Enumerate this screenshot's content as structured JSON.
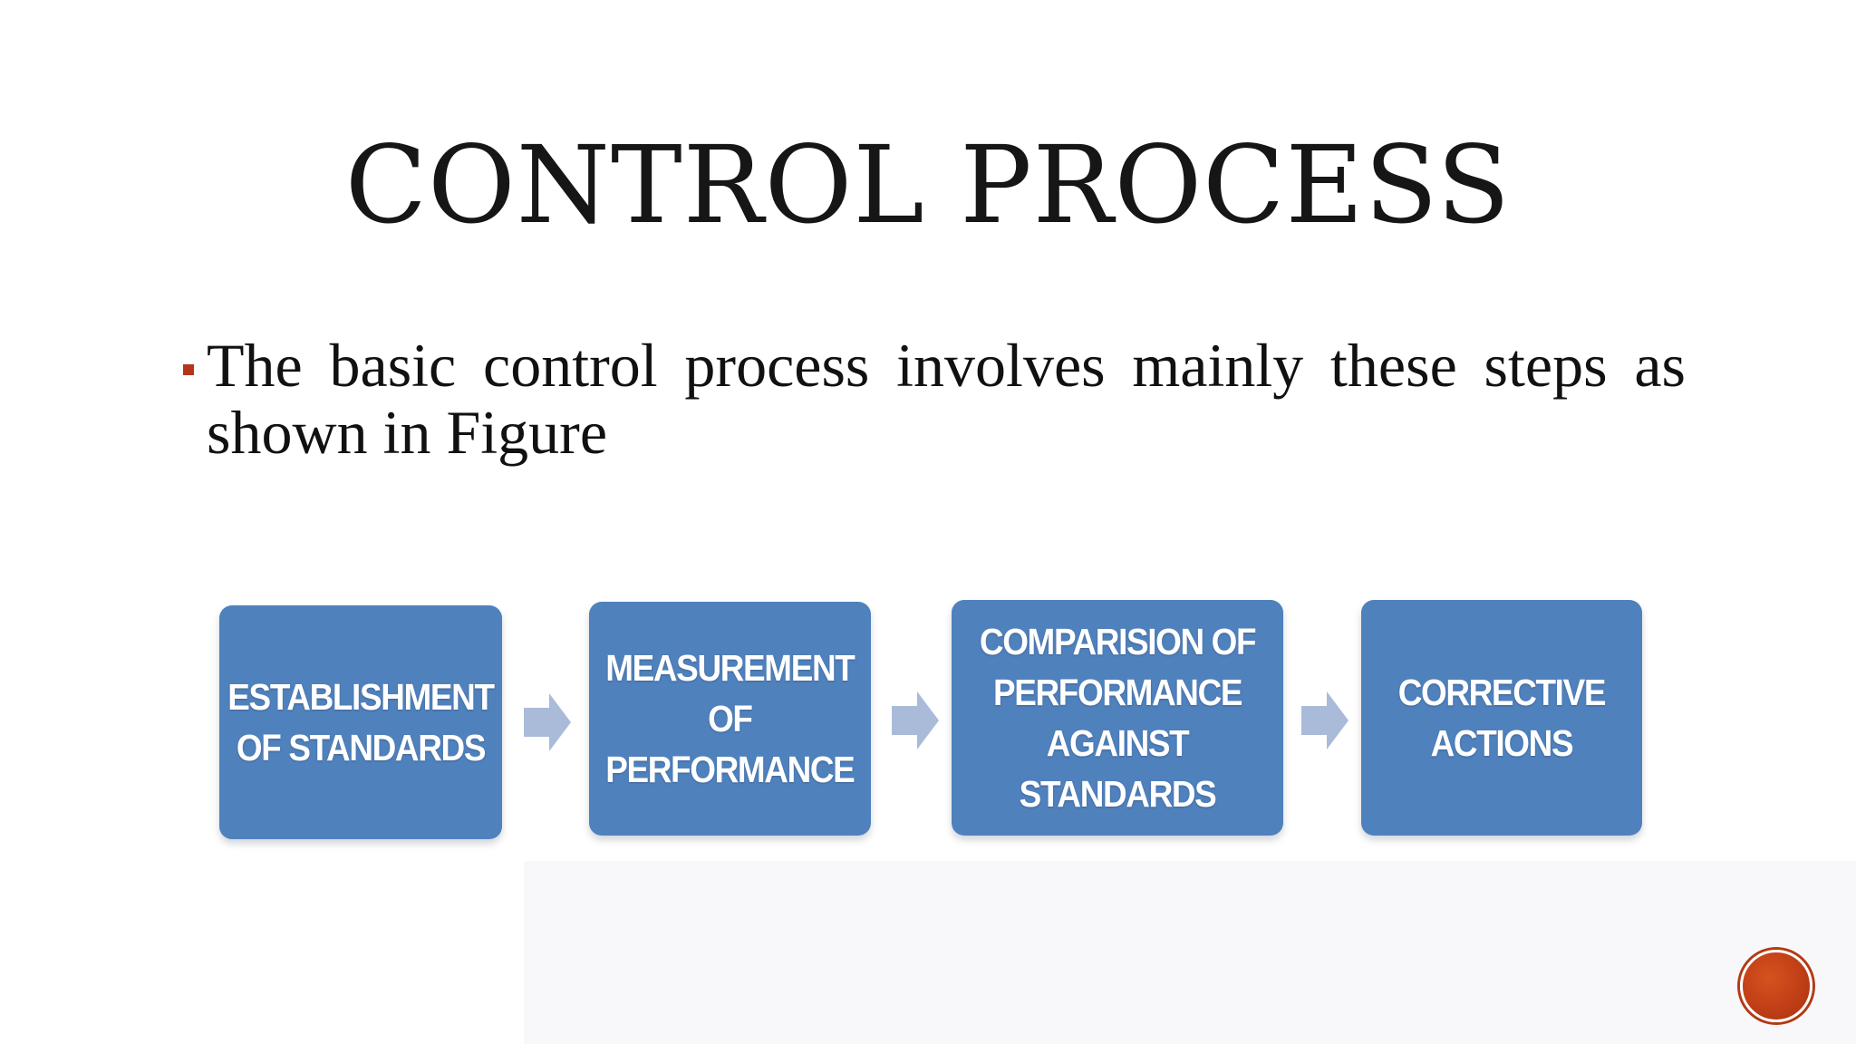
{
  "slide": {
    "title": "CONTROL PROCESS",
    "bullet": "The basic control process involves mainly these steps as shown in Figure"
  },
  "diagram": {
    "steps": [
      {
        "label": "ESTABLISHMENT\nOF STANDARDS"
      },
      {
        "label": "MEASUREMENT\nOF\nPERFORMANCE"
      },
      {
        "label": "COMPARISION OF\nPERFORMANCE\nAGAINST\nSTANDARDS"
      },
      {
        "label": "CORRECTIVE\nACTIONS"
      }
    ]
  },
  "colors": {
    "step_fill": "#4f81bd",
    "arrow_fill": "#a9bbd9",
    "bullet_marker": "#b5351a",
    "nav_button": "#c03f16",
    "title_text": "#161616"
  },
  "icons": {
    "bullet": "square-bullet-icon",
    "arrow": "right-arrow-icon",
    "nav": "circle-nav-button"
  }
}
